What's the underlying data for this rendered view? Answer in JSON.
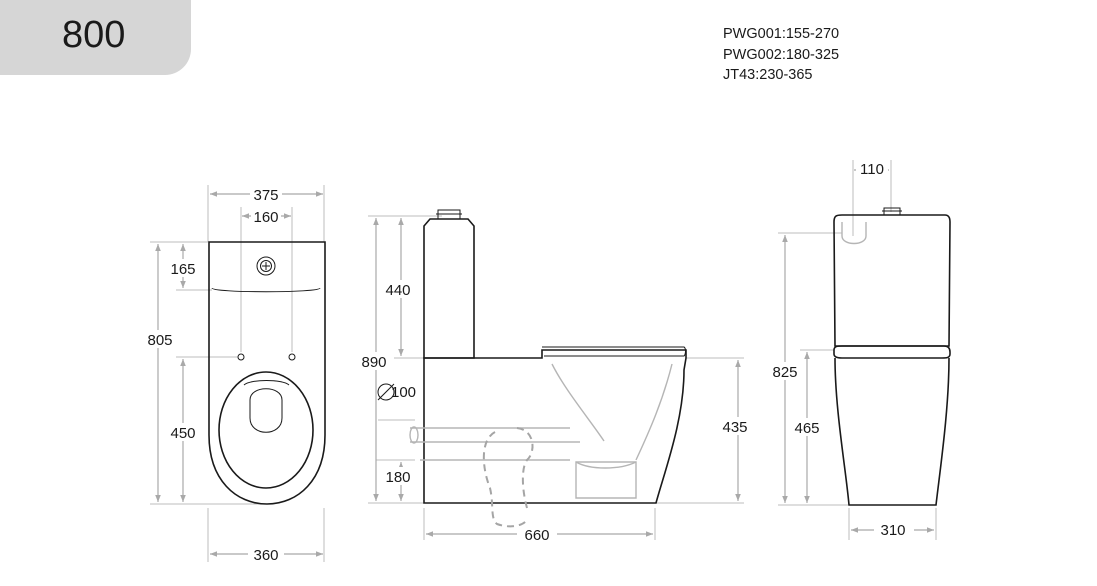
{
  "model": "800",
  "pipe_specs": [
    "PWG001:155-270",
    "PWG002:180-325",
    "JT43:230-365"
  ],
  "colors": {
    "tab": "#d6d6d6",
    "outline": "#1a1a1a",
    "dimension": "#a9a9a9"
  },
  "top_view": {
    "width_overall": "375",
    "bolt_spacing": "160",
    "tank_depth": "165",
    "length_overall": "805",
    "seat_hole_offset": "450",
    "bottom_width": "360"
  },
  "side_view": {
    "tank_height": "440",
    "height_overall": "890",
    "outlet_diameter": "100",
    "rim_height": "435",
    "outlet_height": "180",
    "length": "660"
  },
  "front_view": {
    "button_width": "110",
    "height_overall": "825",
    "bowl_height": "465",
    "foot_width": "310"
  }
}
